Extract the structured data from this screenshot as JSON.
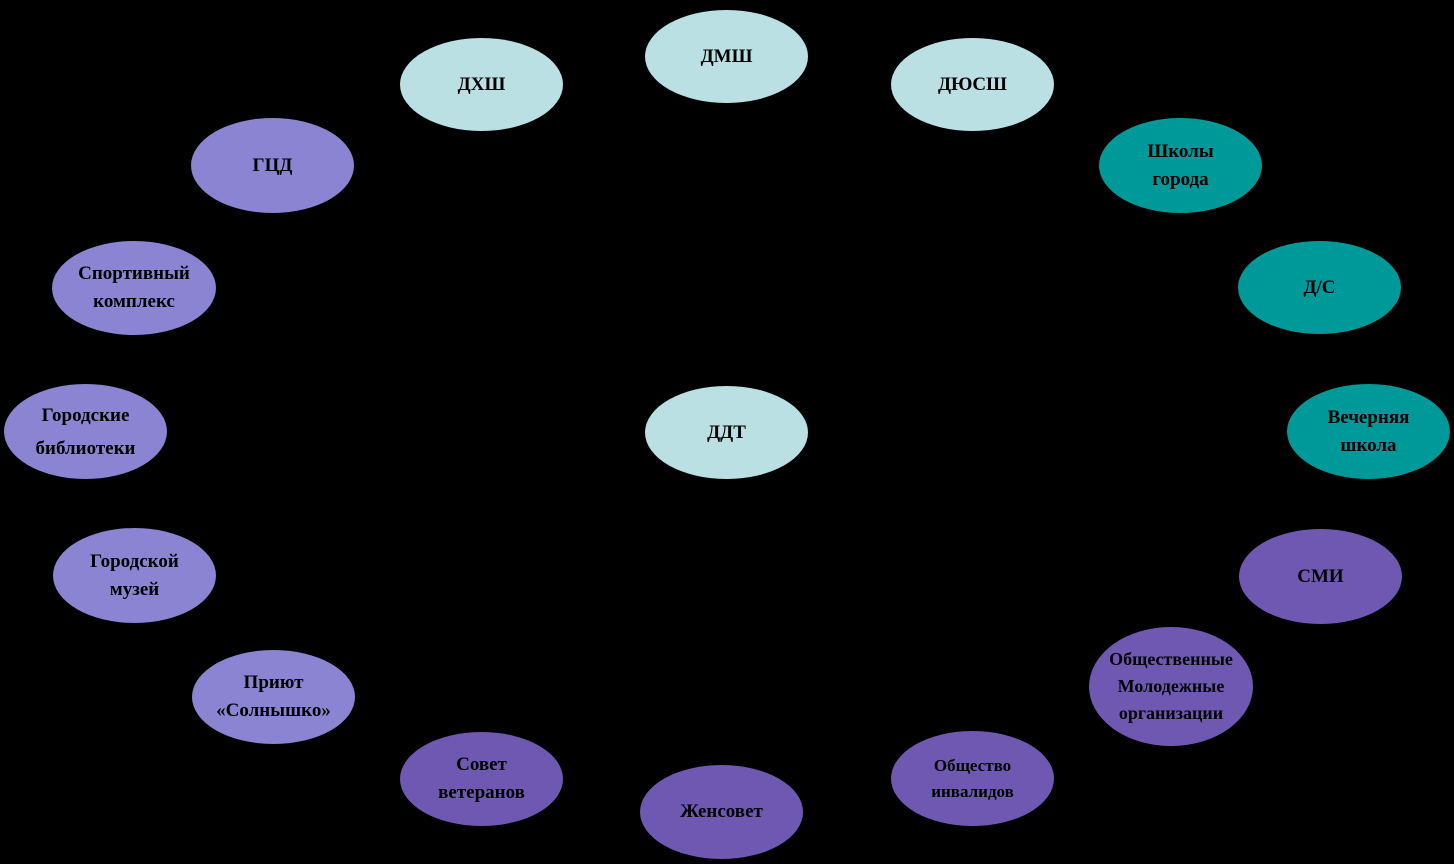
{
  "diagram": {
    "center": {
      "label": "ДДТ",
      "color": "#BAE0E3"
    },
    "nodes": [
      {
        "id": "dmsh",
        "label": "ДМШ",
        "color": "#BAE0E3"
      },
      {
        "id": "dyussh",
        "label": "ДЮСШ",
        "color": "#BAE0E3"
      },
      {
        "id": "shkoly",
        "label": "Школы\nгорода",
        "color": "#009999"
      },
      {
        "id": "ds",
        "label": "Д/С",
        "color": "#009999"
      },
      {
        "id": "vechernyaya",
        "label": "Вечерняя\nшкола",
        "color": "#009999"
      },
      {
        "id": "smi",
        "label": "СМИ",
        "color": "#6E58B2"
      },
      {
        "id": "molodezhnye",
        "label": "Общественные\nМолодежные\nорганизации",
        "color": "#6E58B2"
      },
      {
        "id": "invalidy",
        "label": "Общество\nинвалидов",
        "color": "#6E58B2"
      },
      {
        "id": "zhensovet",
        "label": "Женсовет",
        "color": "#6E58B2"
      },
      {
        "id": "veterany",
        "label": "Совет\nветеранов",
        "color": "#6E58B2"
      },
      {
        "id": "priyut",
        "label": "Приют\n«Солнышко»",
        "color": "#8A84D2"
      },
      {
        "id": "muzey",
        "label": "Городской\nмузей",
        "color": "#8A84D2"
      },
      {
        "id": "biblioteki",
        "label": "Городские\nбиблиотеки",
        "color": "#8A84D2"
      },
      {
        "id": "sport",
        "label": "Спортивный\nкомплекс",
        "color": "#8A84D2"
      },
      {
        "id": "gcd",
        "label": "ГЦД",
        "color": "#8A84D2"
      },
      {
        "id": "dhsh",
        "label": "ДХШ",
        "color": "#BAE0E3"
      }
    ]
  }
}
